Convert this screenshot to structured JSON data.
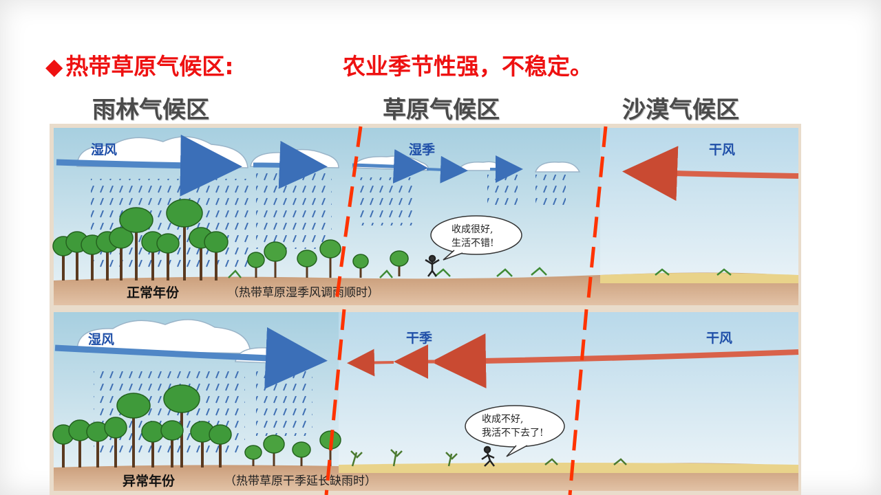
{
  "title": {
    "bullet": "◆",
    "text": "热带草原气候区:",
    "subtitle": "农业季节性强，不稳定。"
  },
  "zones": {
    "rainforest": "雨林气候区",
    "grassland": "草原气候区",
    "desert": "沙漠气候区"
  },
  "panels": {
    "normal": {
      "wet_wind": "湿风",
      "season": "湿季",
      "dry_wind": "干风",
      "bubble_line1": "收成很好,",
      "bubble_line2": "生活不错!",
      "caption_main": "正常年份",
      "caption_sub": "（热带草原湿季风调雨顺时）"
    },
    "abnormal": {
      "wet_wind": "湿风",
      "season": "干季",
      "dry_wind": "干风",
      "bubble_line1": "收成不好,",
      "bubble_line2": "我活不下去了!",
      "caption_main": "异常年份",
      "caption_sub": "（热带草原干季延长缺雨时）"
    }
  },
  "colors": {
    "title_red": "#ee1111",
    "boundary_red": "#ff3300",
    "wet_wind_blue": "#4f86c6",
    "dry_wind_red": "#d9624a",
    "rain_blue": "#3f6fb3",
    "tree_green": "#3f9a3a",
    "ground_brown": "#b98561"
  }
}
